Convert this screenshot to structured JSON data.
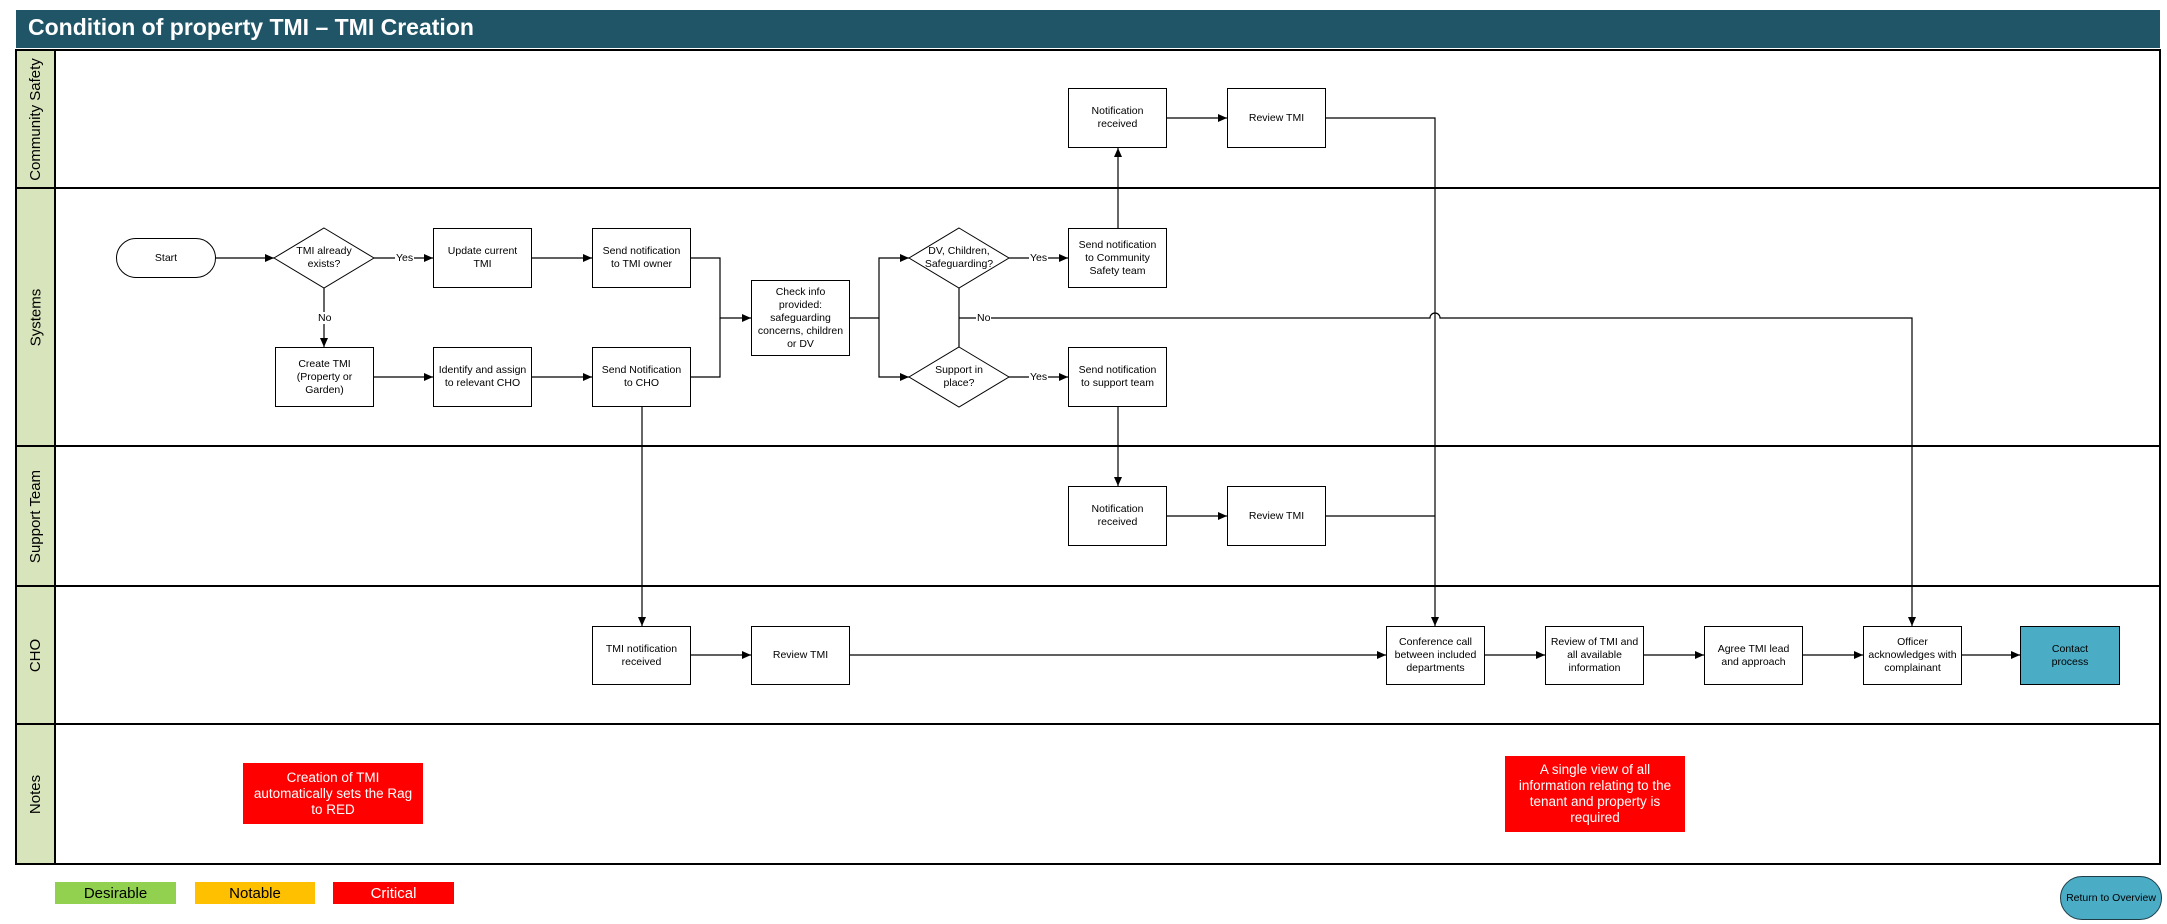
{
  "title": "Condition of property TMI – TMI Creation",
  "colors": {
    "header": "#1f5566",
    "lane_label_bg": "#d8e4bc",
    "note_red": "#ff0000",
    "contact_fill": "#4bacc6",
    "desirable": "#92d050",
    "notable": "#ffc000",
    "critical": "#ff0000"
  },
  "lanes": {
    "community_safety": "Community Safety",
    "systems": "Systems",
    "support_team": "Support Team",
    "cho": "CHO",
    "notes": "Notes"
  },
  "nodes": {
    "start": "Start",
    "tmi_exists": "TMI already exists?",
    "update_tmi": "Update current TMI",
    "notify_owner": "Send notification to TMI owner",
    "create_tmi": "Create TMI (Property or Garden)",
    "identify_cho": "Identify and assign to relevant CHO",
    "notify_cho": "Send Notification to CHO",
    "check_info": "Check info provided: safeguarding concerns, children or DV",
    "dv_decision": "DV, Children, Safeguarding?",
    "support_decision": "Support in place?",
    "notify_community": "Send notification to Community Safety team",
    "notify_support": "Send notification to support team",
    "cs_received": "Notification received",
    "cs_review": "Review TMI",
    "st_received": "Notification received",
    "st_review": "Review TMI",
    "cho_received": "TMI notification received",
    "cho_review": "Review TMI",
    "conference": "Conference call between included departments",
    "review_all": "Review of TMI and all available information",
    "agree_lead": "Agree TMI lead and approach",
    "officer_ack": "Officer acknowledges with complainant",
    "contact": "Contact process"
  },
  "edge_labels": {
    "yes1": "Yes",
    "no1": "No",
    "yes2": "Yes",
    "yes3": "Yes",
    "no2": "No"
  },
  "notes": {
    "note1": "Creation of TMI automatically sets the Rag to RED",
    "note2": "A single view of all information relating to the tenant and property is required"
  },
  "legend": {
    "desirable": "Desirable",
    "notable": "Notable",
    "critical": "Critical"
  },
  "return_button": "Return to Overview"
}
